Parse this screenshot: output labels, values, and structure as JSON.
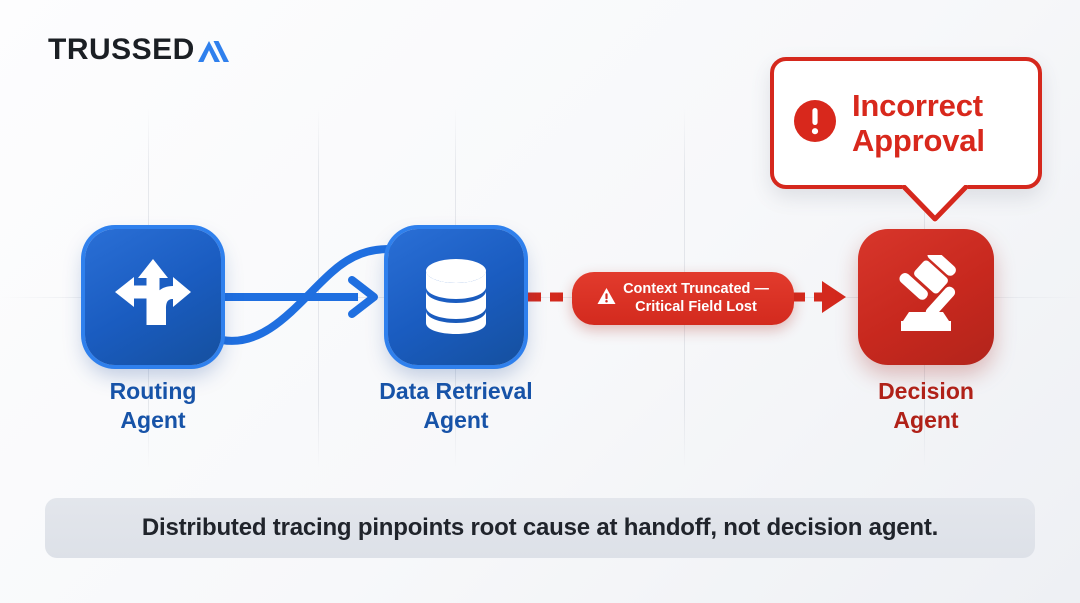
{
  "brand": {
    "name": "TRUSSED",
    "mark_label": "AI",
    "logo_text_color": "#1b1f24",
    "logo_mark_color": "#2f80ed"
  },
  "theme": {
    "blue": "#1a5cc0",
    "blue_border": "#2f80ed",
    "blue_label": "#1753a8",
    "red": "#c7281e",
    "red_label": "#b02118",
    "red_alert": "#d5281d",
    "caption_bg": "#e0e4ea"
  },
  "nodes": [
    {
      "id": "routing-agent",
      "label": "Routing\nAgent",
      "icon": "three-way-arrow-icon",
      "color": "blue",
      "status": "ok"
    },
    {
      "id": "data-retrieval-agent",
      "label": "Data Retrieval\nAgent",
      "icon": "database-icon",
      "color": "blue",
      "status": "ok"
    },
    {
      "id": "decision-agent",
      "label": "Decision\nAgent",
      "icon": "gavel-icon",
      "color": "red",
      "status": "error"
    }
  ],
  "error_pill": {
    "text": "Context Truncated —\nCritical Field Lost",
    "icon": "warning-triangle-icon"
  },
  "callout": {
    "text": "Incorrect\nApproval",
    "icon": "exclamation-circle-icon"
  },
  "caption": {
    "text": "Distributed tracing pinpoints root cause at handoff, not decision agent."
  }
}
